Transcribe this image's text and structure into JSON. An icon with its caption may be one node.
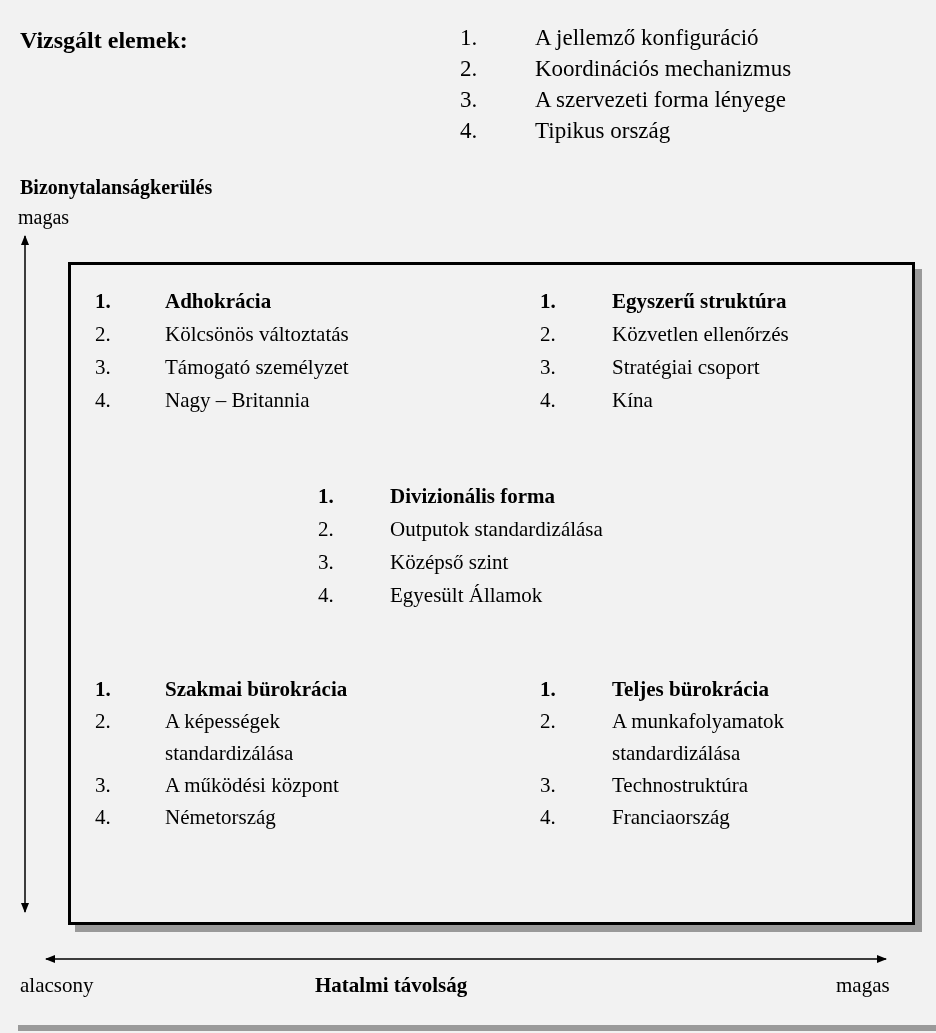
{
  "diagram": {
    "nodes": [
      {
        "text": [],
        "shape": "box"
      }
    ],
    "labels": [
      "Vizsgált elemek:",
      "1.",
      "A jellemző konfiguráció",
      "2.",
      "Koordinációs mechanizmus",
      "3.",
      "A szervezeti forma lényege",
      "4.",
      "Tipikus ország",
      "Bizonytalanságkerülés",
      "magas",
      "1.",
      "Adhokrácia",
      "2.",
      "Kölcsönös változtatás",
      "3.",
      "Támogató személyzet",
      "4.",
      "Nagy – Britannia",
      "1.",
      "Egyszerű struktúra",
      "2.",
      "Közvetlen ellenőrzés",
      "3.",
      "Stratégiai csoport",
      "4.",
      "Kína",
      "1.",
      "Divizionális forma",
      "2.",
      "Outputok standardizálása",
      "3.",
      "Középső szint",
      "4.",
      "Egyesült Államok",
      "1.",
      "Szakmai bürokrácia",
      "2.",
      "A képességek standardizálása",
      "3.",
      "A működési központ",
      "4.",
      "Németország",
      "1.",
      "Teljes bürokrácia",
      "2.",
      "A munkafolyamatok standardizálása",
      "3.",
      "Technostruktúra",
      "4.",
      "Franciaország",
      "alacsony",
      "Hatalmi távolság",
      "magas"
    ]
  }
}
